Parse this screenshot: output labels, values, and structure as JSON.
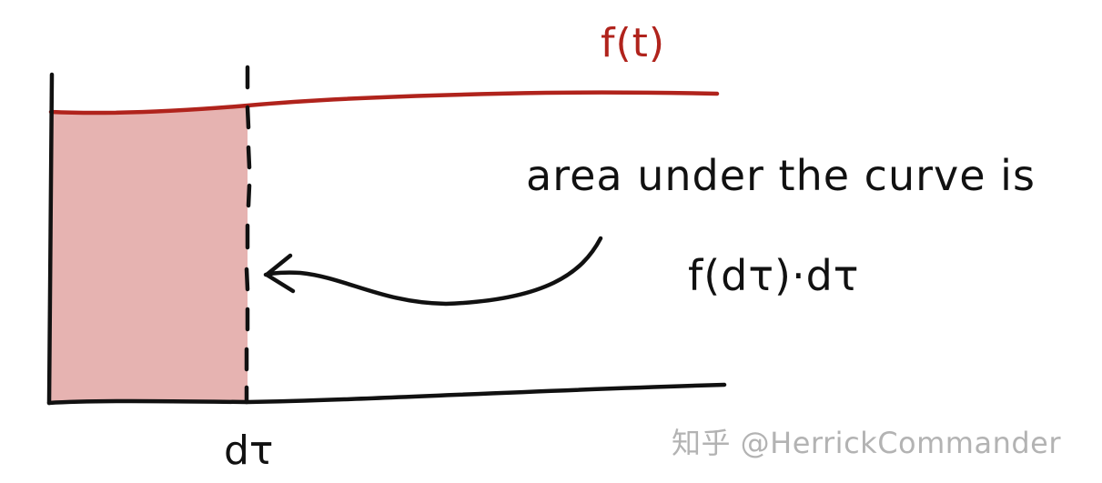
{
  "diagram": {
    "curve_label": "f(t)",
    "annotation_line1": "area under the curve is",
    "annotation_formula": "f(dτ)·dτ",
    "x_tick_label": "dτ",
    "watermark": "知乎 @HerrickCommander",
    "colors": {
      "curve": "#b0231c",
      "shaded_area": "#e6b3b1",
      "axes": "#111111",
      "watermark": "#b3b3b3",
      "background": "#ffffff"
    },
    "elements": {
      "curve": "horizontal red line representing f(t), nearly flat",
      "shaded_region": "rectangle from t=0 to t=dτ under f(t)",
      "dashed_line": "vertical dashed line at t=dτ",
      "arrow": "curved arrow pointing from annotation to shaded region boundary"
    }
  }
}
